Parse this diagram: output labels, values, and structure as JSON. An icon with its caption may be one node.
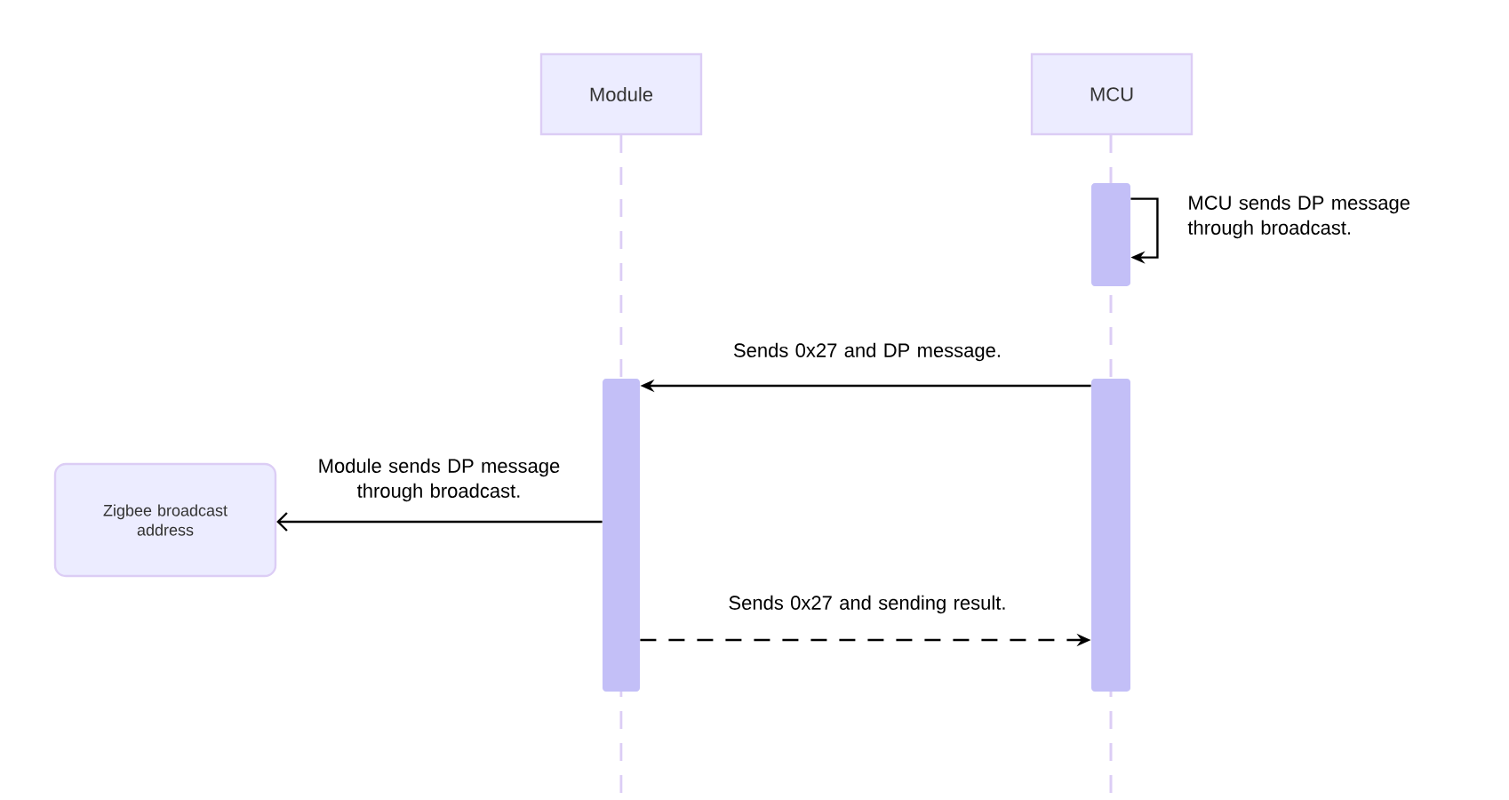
{
  "diagram": {
    "nodes": [
      {
        "text": [
          "Module"
        ]
      },
      {
        "text": [
          "MCU"
        ]
      },
      {
        "text": [],
        "shape": "bar"
      },
      {
        "text": [],
        "shape": "bar"
      },
      {
        "text": [],
        "shape": "bar"
      },
      {
        "text": [
          "Zigbee broadcast address"
        ]
      }
    ],
    "edges": [
      {
        "from": 2,
        "to": 2,
        "arrow": "to",
        "label": "MCU sends DP message through broadcast."
      },
      {
        "from": 4,
        "to": 3,
        "arrow": "to",
        "label": "Sends 0x27 and DP message."
      },
      {
        "from": 3,
        "to": 5,
        "arrow": "to",
        "label": "Module sends DP message through broadcast."
      },
      {
        "from": 3,
        "to": 4,
        "arrow": "to",
        "style": "dashed",
        "label": "Sends 0x27 and sending result."
      }
    ]
  }
}
